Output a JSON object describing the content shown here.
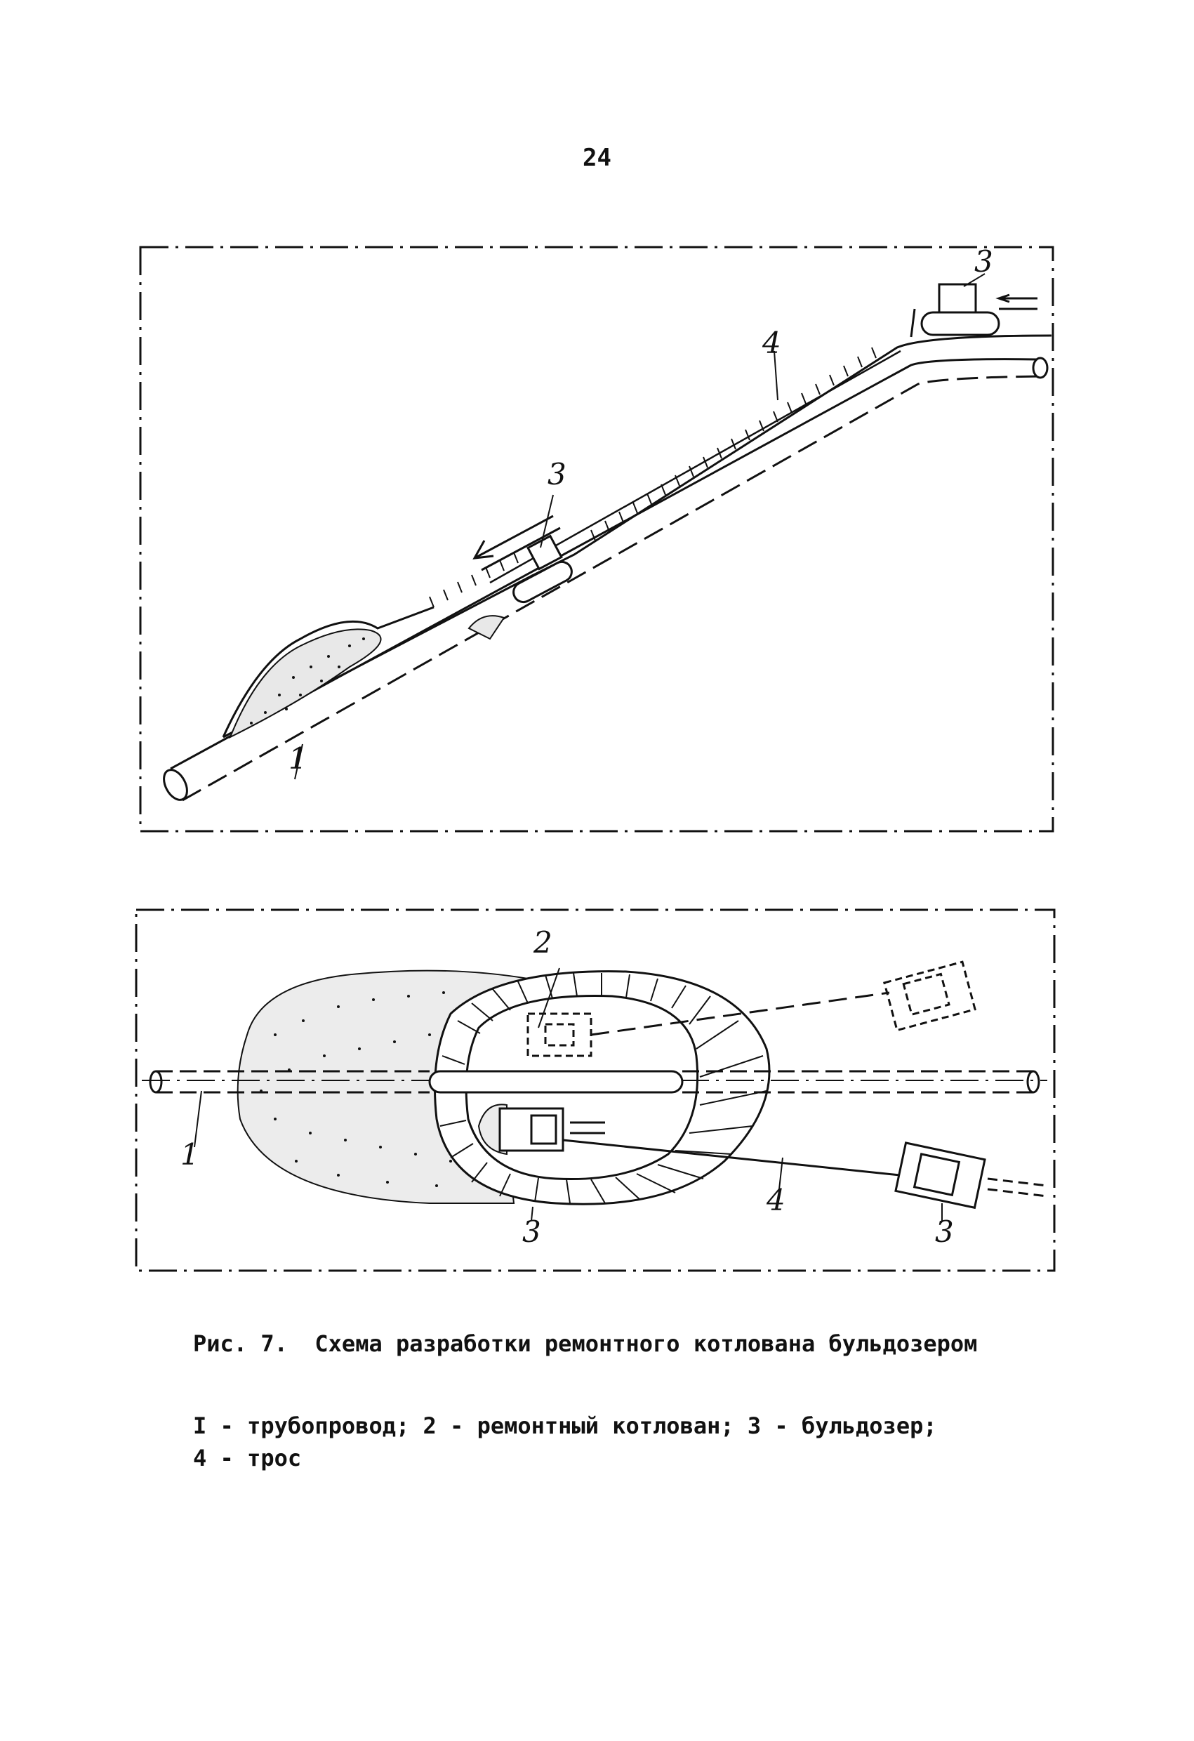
{
  "page": {
    "number": "24"
  },
  "figure_top": {
    "labels": {
      "bulldozer_top": "3",
      "bulldozer_slope": "3",
      "cable": "4",
      "pipeline": "1"
    }
  },
  "figure_bottom": {
    "labels": {
      "pit": "2",
      "pipeline": "1",
      "bulldozer_pit": "3",
      "cable": "4",
      "bulldozer_right": "3"
    }
  },
  "caption": "Рис. 7.  Схема разработки ремонтного котлована бульдозером",
  "legend": {
    "line1": "I - трубопровод; 2 - ремонтный котлован; 3 - бульдозер;",
    "line2": "4 - трос"
  }
}
